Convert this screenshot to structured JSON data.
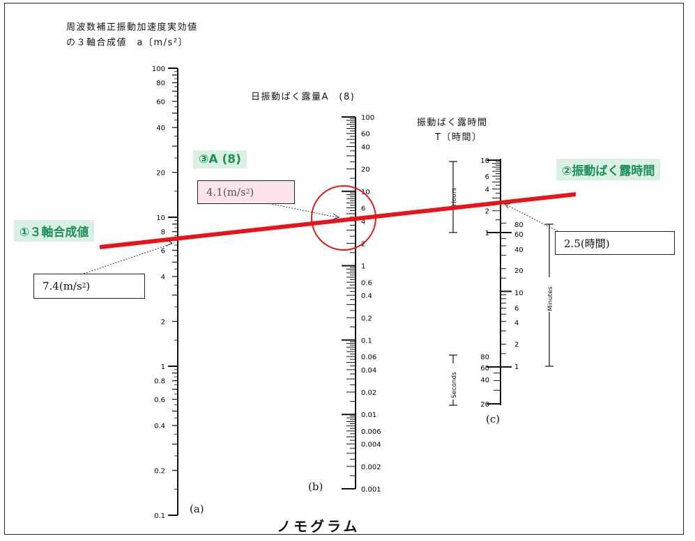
{
  "title": "ノモグラム",
  "scale_a": {
    "label_line1": "周波数補正振動加速度実効値",
    "label_line2": "の３軸合成値　a〔m/s²〕",
    "letter": "(a)",
    "ticks": [
      "100",
      "80",
      "60",
      "40",
      "20",
      "10",
      "8",
      "6",
      "4",
      "2",
      "1",
      "0.8",
      "0.6",
      "0.4",
      "0.2",
      "0.1"
    ]
  },
  "scale_b": {
    "label": "日振動ばく露量A　(8)",
    "letter": "(b)",
    "ticks": [
      "100",
      "60",
      "40",
      "20",
      "10",
      "6",
      "4",
      "2",
      "1",
      "0.6",
      "0.4",
      "0.2",
      "0.1",
      "0.06",
      "0.04",
      "0.02",
      "0.01",
      "0.006",
      "0.004",
      "0.002",
      "0.001"
    ]
  },
  "scale_c": {
    "label_line1": "振動ばく露時間",
    "label_line2": "T〔時間〕",
    "letter": "(c)",
    "hours_label": "Hours",
    "minutes_label": "Minutes",
    "seconds_label": "Seconds",
    "hour_ticks": [
      "10",
      "6",
      "4",
      "2",
      "1"
    ],
    "minute_ticks": [
      "80",
      "60",
      "40",
      "20",
      "10",
      "6",
      "4",
      "2",
      "1"
    ],
    "second_ticks": [
      "80",
      "60",
      "40",
      "20"
    ]
  },
  "annotations": {
    "tag1": "①３軸合成値",
    "tag2": "②振動ばく露時間",
    "tag3": "③A (8)",
    "value_a_num": "7.4",
    "value_a_unit_pre": "(m/s",
    "value_a_unit_sup": "2",
    "value_a_unit_post": ")",
    "value_b_num": "4.1",
    "value_b_unit_pre": "(m/s",
    "value_b_unit_sup": "2",
    "value_b_unit_post": ")",
    "value_c": "2.5(時間)"
  },
  "colors": {
    "line": "#e8141c",
    "tag_bg": "#d9f0e3",
    "tag_text": "#1f8f5a",
    "pink_box": "#fbe3ea"
  }
}
